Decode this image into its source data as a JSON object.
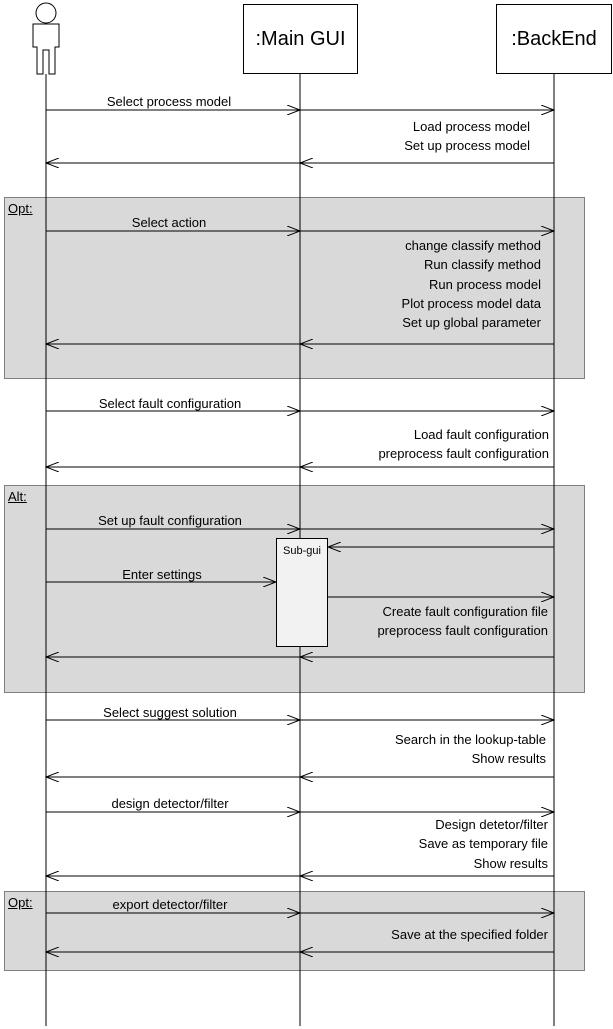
{
  "participants": {
    "gui": ":Main GUI",
    "backend": ":BackEnd"
  },
  "fragments": {
    "opt1": "Opt:",
    "alt": "Alt:",
    "opt2": "Opt:"
  },
  "subgui": "Sub-gui",
  "messages": {
    "m1": "Select process model",
    "m2": "Select action",
    "m3": "Select fault configuration",
    "m4": "Set up fault configuration",
    "m5": "Enter settings",
    "m6": "Select suggest solution",
    "m7": "design detector/filter",
    "m8": "export detector/filter"
  },
  "notes": {
    "n1": [
      "Load process model",
      "Set up process model"
    ],
    "n2": [
      "change classify method",
      "Run classify method",
      "Run process model",
      "Plot process model data",
      "Set up global parameter"
    ],
    "n3": [
      "Load fault configuration",
      "preprocess fault configuration"
    ],
    "n4": [
      "Create fault configuration file",
      "preprocess fault configuration"
    ],
    "n5": [
      "Search in the lookup-table",
      "Show results"
    ],
    "n6": [
      "Design detetor/filter",
      "Save as temporary file",
      "Show results"
    ],
    "n7": [
      "Save at the specified folder"
    ]
  }
}
